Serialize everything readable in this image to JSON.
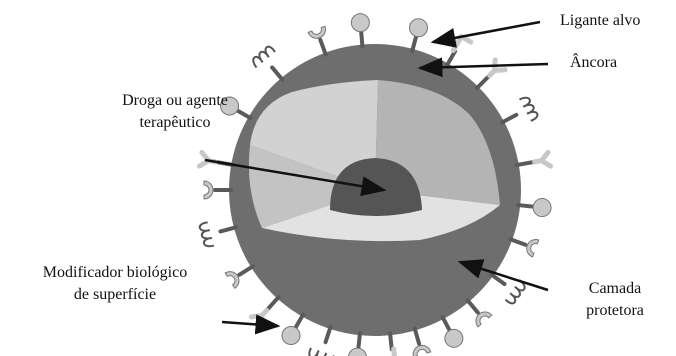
{
  "labels": {
    "target_ligand": "Ligante alvo",
    "anchor": "Âncora",
    "drug_line1": "Droga ou agente",
    "drug_line2": "terapêutico",
    "modifier_line1": "Modificador biológico",
    "modifier_line2": "de superfície",
    "layer_line1": "Camada",
    "layer_line2": "protetora"
  },
  "colors": {
    "outer_shell": "#6e6e6e",
    "inner_light": "#d2d2d2",
    "inner_mid": "#b4b4b4",
    "inner_lower": "#e2e2e2",
    "core": "#555555",
    "ligand_ball": "#c8c8c8",
    "anchor_stick": "#5a5a5a"
  },
  "icons": {
    "ligand": "ball-ligand-icon",
    "spring": "coil-modifier-icon",
    "cup": "cup-receptor-icon",
    "y_shape": "y-antibody-icon",
    "l_shape": "l-anchor-icon"
  }
}
